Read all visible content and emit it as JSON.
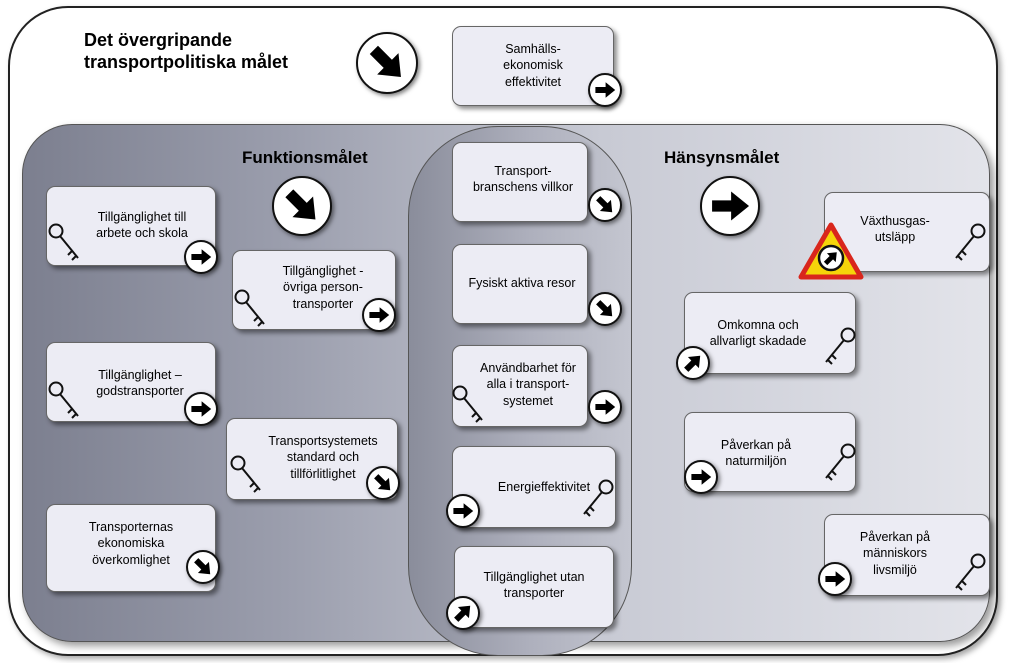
{
  "overall_goal": {
    "title_line1": "Det övergripande",
    "title_line2": "transportpolitiska målet",
    "trend": "arrow-down-right"
  },
  "top_box": {
    "line1": "Samhälls-",
    "line2": "ekonomisk",
    "line3": "effektivitet",
    "trend": "arrow-right"
  },
  "functional_goal": {
    "title": "Funktionsmålet",
    "trend": "arrow-down-right"
  },
  "consideration_goal": {
    "title": "Hänsynsmålet",
    "trend": "arrow-right"
  },
  "functional_boxes": [
    {
      "line1": "Tillgänglighet till",
      "line2": "arbete och skola",
      "line3": "",
      "trend": "arrow-right"
    },
    {
      "line1": "Tillgänglighet -",
      "line2": "övriga person-",
      "line3": "transporter",
      "trend": "arrow-right"
    },
    {
      "line1": "Tillgänglighet –",
      "line2": "godstransporter",
      "line3": "",
      "trend": "arrow-right"
    },
    {
      "line1": "Transportsystemets",
      "line2": "standard och",
      "line3": "tillförlitlighet",
      "trend": "arrow-down-right"
    },
    {
      "line1": "Transporternas",
      "line2": "ekonomiska",
      "line3": "överkomlighet",
      "trend": "arrow-down-right"
    }
  ],
  "shared_boxes": [
    {
      "line1": "Transport-",
      "line2": "branschens villkor",
      "line3": "",
      "trend": "arrow-down-right"
    },
    {
      "line1": "Fysiskt aktiva resor",
      "line2": "",
      "line3": "",
      "trend": "arrow-down-right"
    },
    {
      "line1": "Användbarhet för",
      "line2": "alla i transport-",
      "line3": "systemet",
      "trend": "arrow-right"
    },
    {
      "line1": "Energieffektivitet",
      "line2": "",
      "line3": "",
      "trend": "arrow-right"
    },
    {
      "line1": "Tillgänglighet utan",
      "line2": "transporter",
      "line3": "",
      "trend": "arrow-up-right"
    }
  ],
  "consideration_boxes": [
    {
      "line1": "Växthusgas-",
      "line2": "utsläpp",
      "line3": "",
      "trend": "arrow-up-right",
      "warning": "warning-triangle-icon"
    },
    {
      "line1": "Omkomna och",
      "line2": "allvarligt skadade",
      "line3": "",
      "trend": "arrow-up-right"
    },
    {
      "line1": "Påverkan på",
      "line2": "naturmiljön",
      "line3": "",
      "trend": "arrow-right"
    },
    {
      "line1": "Påverkan på",
      "line2": "människors",
      "line3": "livsmiljö",
      "trend": "arrow-right"
    }
  ],
  "colors": {
    "box_fill": "#ececf4",
    "warning_yellow": "#f5d50a",
    "warning_red": "#d9261c"
  }
}
